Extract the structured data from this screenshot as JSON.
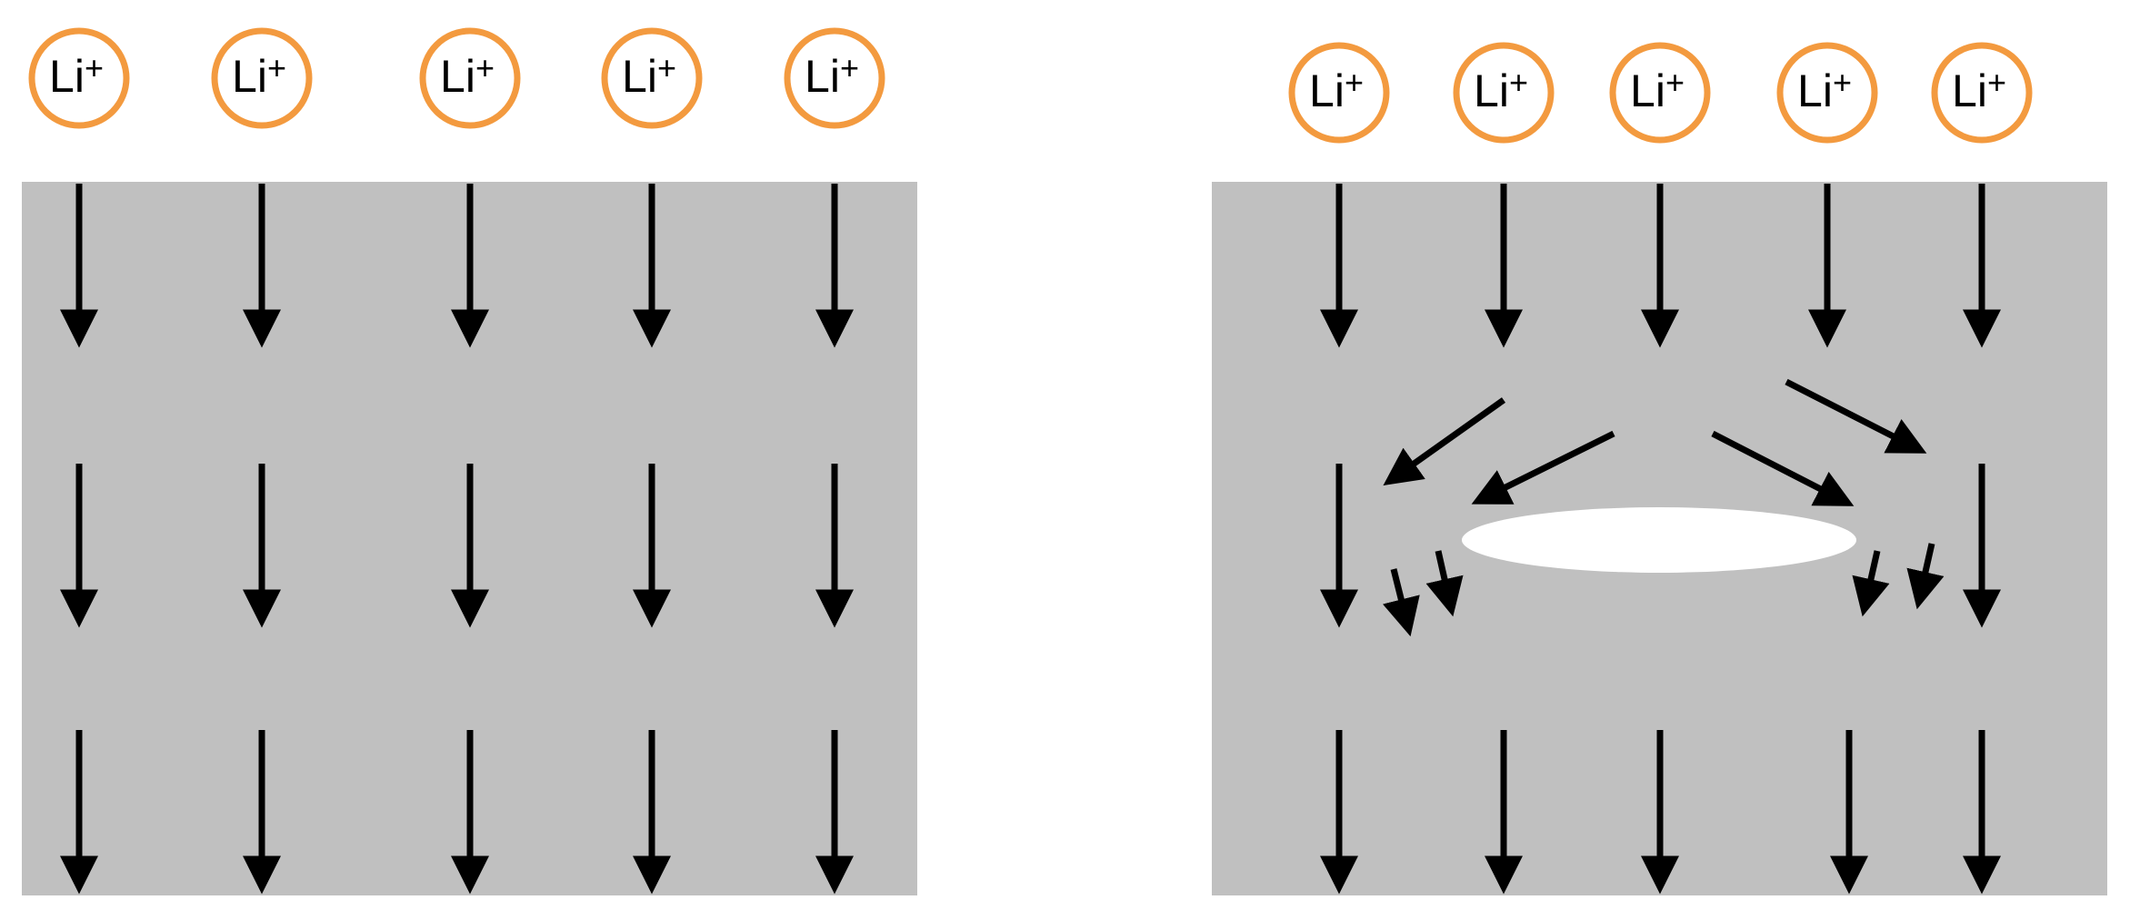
{
  "colors": {
    "ion_ring": "#f39a3f",
    "background_panel": "#c0c0c0",
    "pore": "#ffffff",
    "arrow": "#000000"
  },
  "ion": {
    "base": "Li",
    "charge": "+"
  },
  "panels": [
    {
      "id": "uniform",
      "ion_count": 5,
      "arrow_rows": 3,
      "obstacle": false
    },
    {
      "id": "obstructed",
      "ion_count": 5,
      "arrow_rows": 3,
      "obstacle": true
    }
  ]
}
